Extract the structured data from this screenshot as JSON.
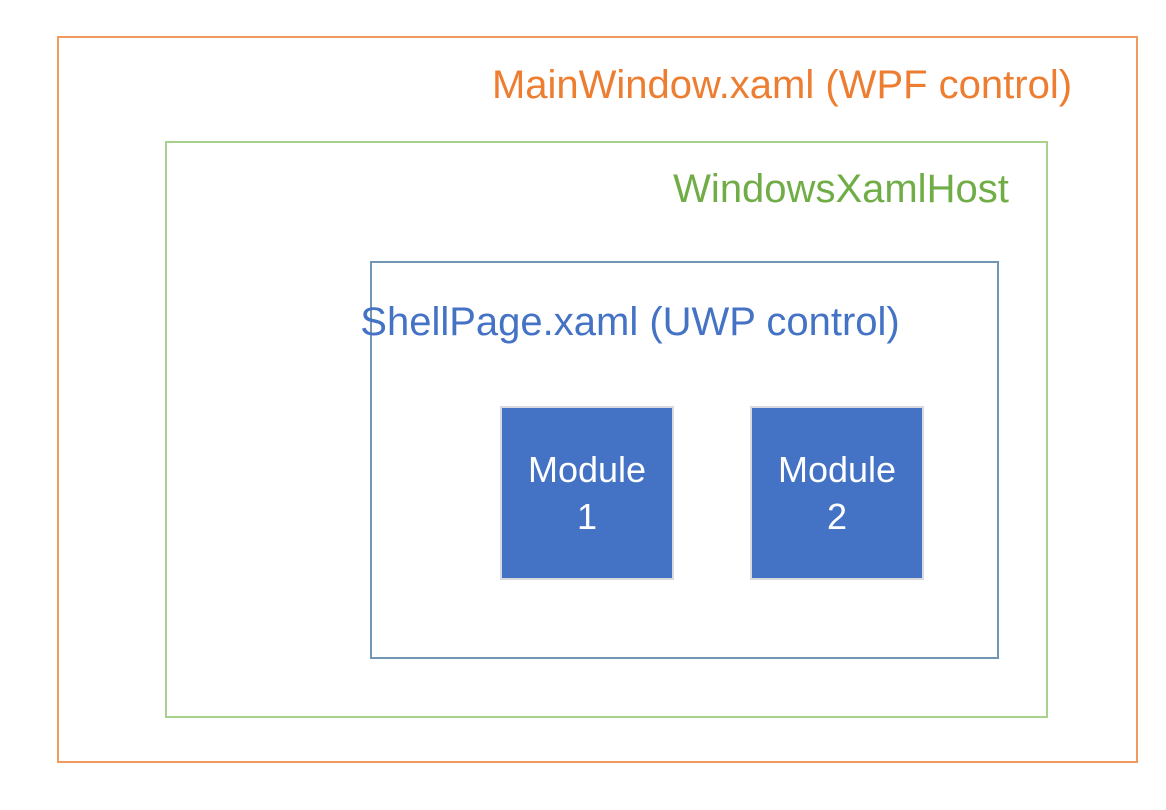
{
  "diagram": {
    "outer_box": {
      "label": "MainWindow.xaml (WPF control)"
    },
    "host_box": {
      "label": "WindowsXamlHost"
    },
    "shell_box": {
      "label": "ShellPage.xaml (UWP control)"
    },
    "modules": [
      {
        "label": "Module 1",
        "line1": "Module",
        "line2": "1"
      },
      {
        "label": "Module 2",
        "line1": "Module",
        "line2": "2"
      }
    ]
  },
  "colors": {
    "orange_text": "#ED7D31",
    "orange_border": "#F09B5D",
    "green_text": "#70AD47",
    "green_border": "#A9D18E",
    "blue_text": "#4472C4",
    "blue_border": "#7396B4",
    "module_fill": "#4472C4",
    "module_border": "#D9D9E0",
    "module_text": "#FFFFFF",
    "background": "#FFFFFF"
  }
}
